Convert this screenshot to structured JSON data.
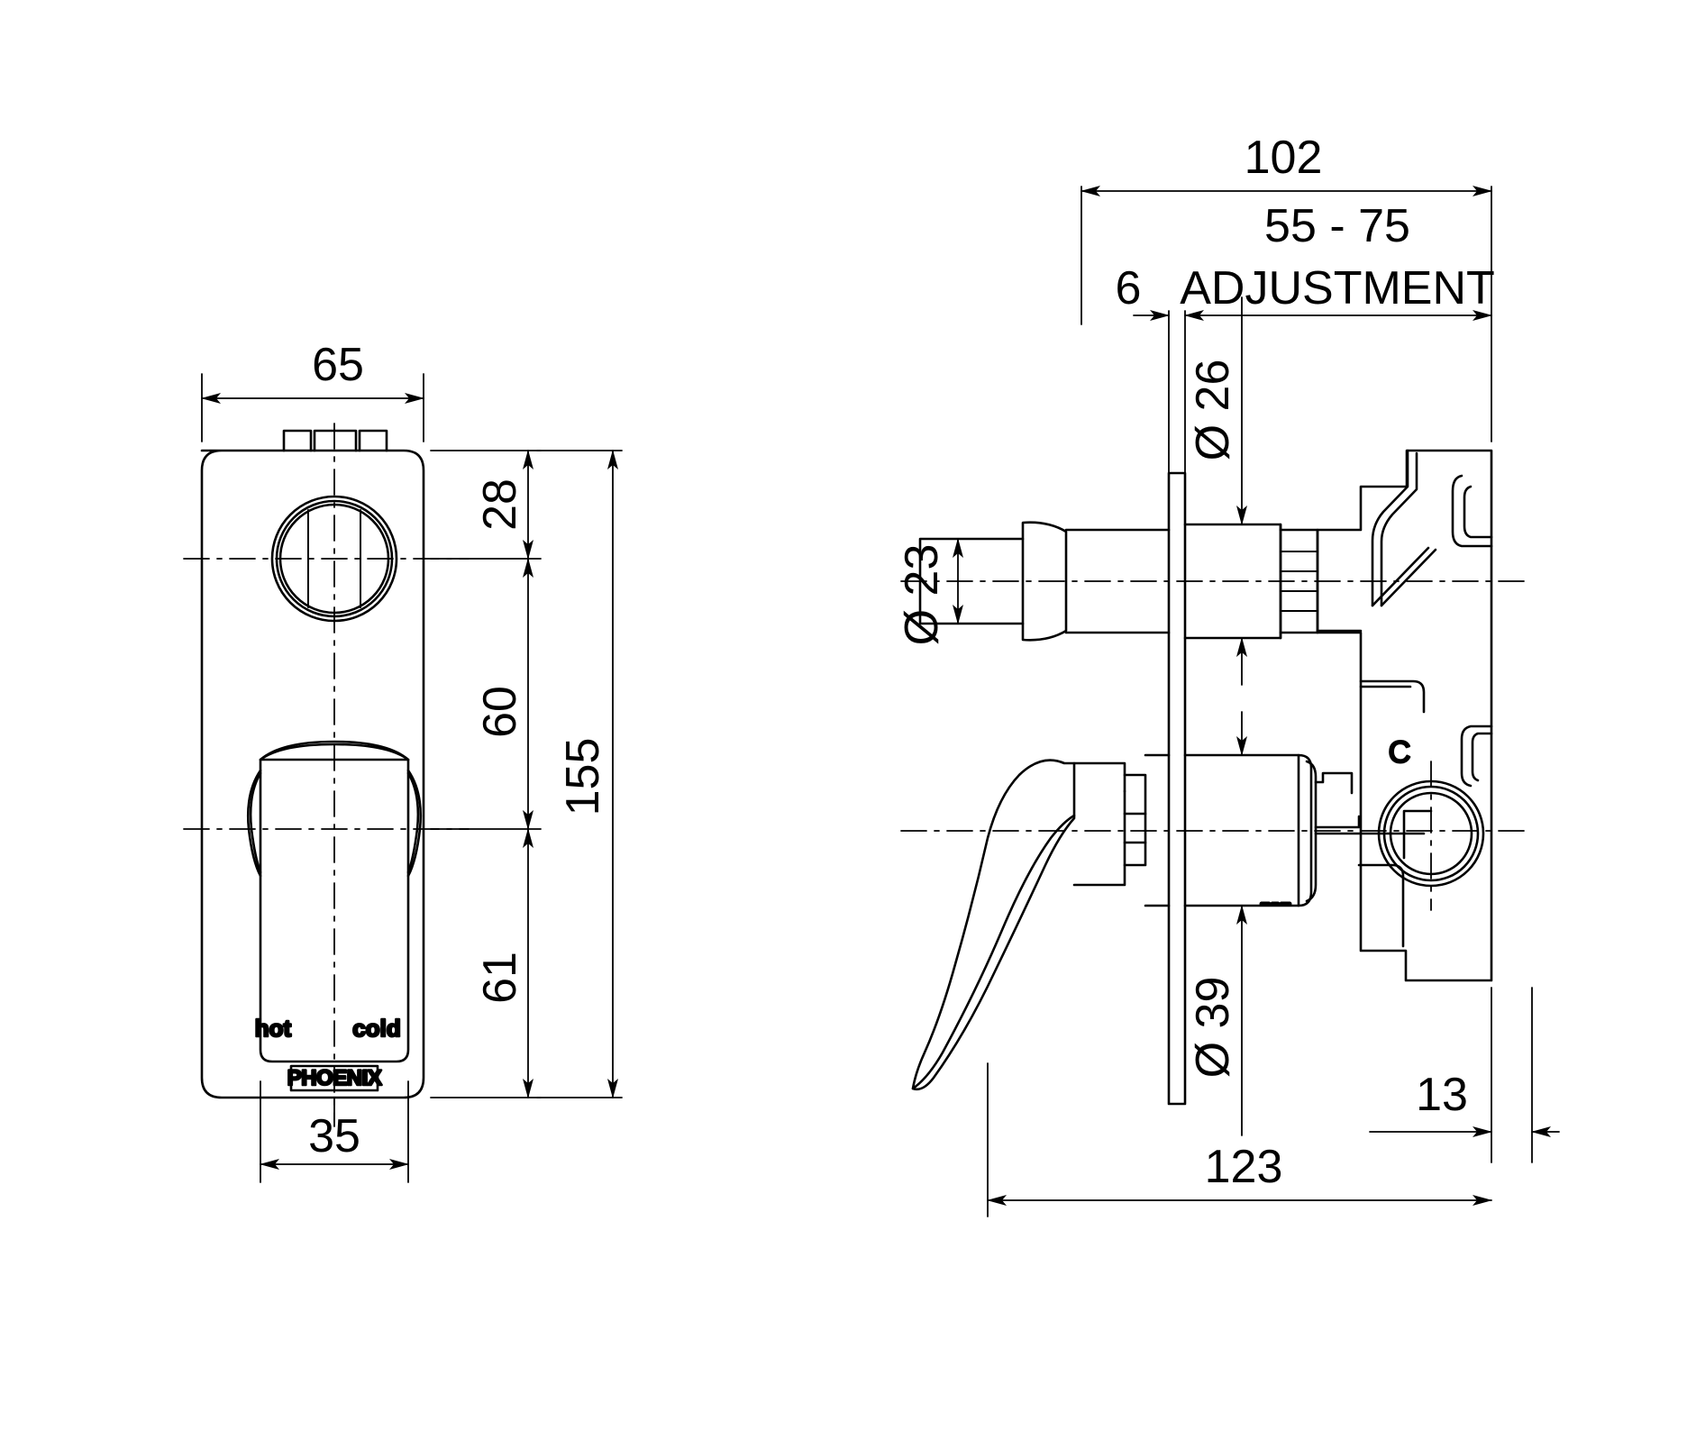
{
  "drawing": {
    "type": "engineering-dimension-drawing",
    "subject": "Phoenix wall mixer diverter - front elevation and side section",
    "background_color": "#ffffff",
    "line_color": "#000000",
    "units": "mm"
  },
  "front_view": {
    "name": "front-elevation",
    "dimensions": {
      "width_overall": "65",
      "height_overall": "155",
      "top_to_diverter_centre": "28",
      "diverter_to_lever_centre": "60",
      "lever_centre_to_bottom": "61",
      "lever_width": "35"
    },
    "labels": {
      "hot": "hot",
      "cold": "cold",
      "brand": "PHOENIX"
    }
  },
  "side_view": {
    "name": "side-section",
    "dimensions": {
      "overall_depth": "102",
      "adjustment_range": "55 - 75",
      "adjustment_caption": "ADJUSTMENT",
      "plate_thickness": "6",
      "diverter_spindle_diameter": "Ø 26",
      "diverter_knob_diameter": "Ø 23",
      "lever_flange_diameter": "Ø 39",
      "body_rear_offset": "13",
      "body_depth": "123"
    },
    "markings": {
      "cold_port": "C"
    }
  },
  "dimension_list": [
    {
      "value": "65",
      "view": "front",
      "orientation": "horizontal"
    },
    {
      "value": "28",
      "view": "front",
      "orientation": "vertical"
    },
    {
      "value": "60",
      "view": "front",
      "orientation": "vertical"
    },
    {
      "value": "61",
      "view": "front",
      "orientation": "vertical"
    },
    {
      "value": "155",
      "view": "front",
      "orientation": "vertical"
    },
    {
      "value": "35",
      "view": "front",
      "orientation": "horizontal"
    },
    {
      "value": "102",
      "view": "side",
      "orientation": "horizontal"
    },
    {
      "value": "55 - 75",
      "view": "side",
      "orientation": "horizontal"
    },
    {
      "value": "6",
      "view": "side",
      "orientation": "horizontal"
    },
    {
      "value": "Ø 26",
      "view": "side",
      "orientation": "vertical"
    },
    {
      "value": "Ø 23",
      "view": "side",
      "orientation": "vertical"
    },
    {
      "value": "Ø 39",
      "view": "side",
      "orientation": "vertical"
    },
    {
      "value": "13",
      "view": "side",
      "orientation": "horizontal"
    },
    {
      "value": "123",
      "view": "side",
      "orientation": "horizontal"
    }
  ]
}
